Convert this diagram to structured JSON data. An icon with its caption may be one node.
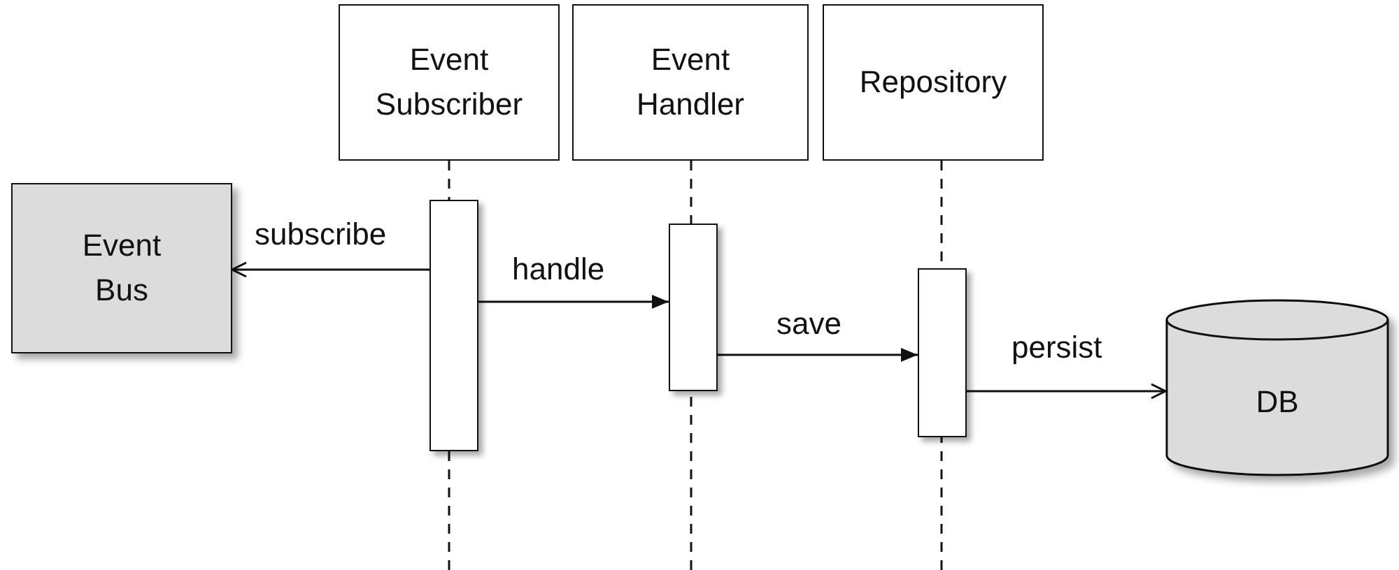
{
  "diagram": {
    "nodes": [
      {
        "text": [
          "Event Subscriber"
        ]
      },
      {
        "text": [
          "Event Handler"
        ]
      },
      {
        "text": [
          "Repository"
        ]
      },
      {
        "text": [
          "Event Bus"
        ]
      },
      {
        "text": [],
        "shape": "bar"
      },
      {
        "text": [],
        "shape": "bar"
      },
      {
        "text": [],
        "shape": "bar"
      },
      {
        "text": [
          "DB"
        ]
      }
    ],
    "edges": [
      {
        "from": 4,
        "to": 3,
        "arrow": "to",
        "label": "subscribe"
      },
      {
        "from": 4,
        "to": 5,
        "arrow": "to",
        "label": "handle"
      },
      {
        "from": 5,
        "to": 6,
        "arrow": "to",
        "label": "save"
      },
      {
        "from": 6,
        "to": 7,
        "arrow": "to",
        "label": "persist"
      }
    ]
  }
}
